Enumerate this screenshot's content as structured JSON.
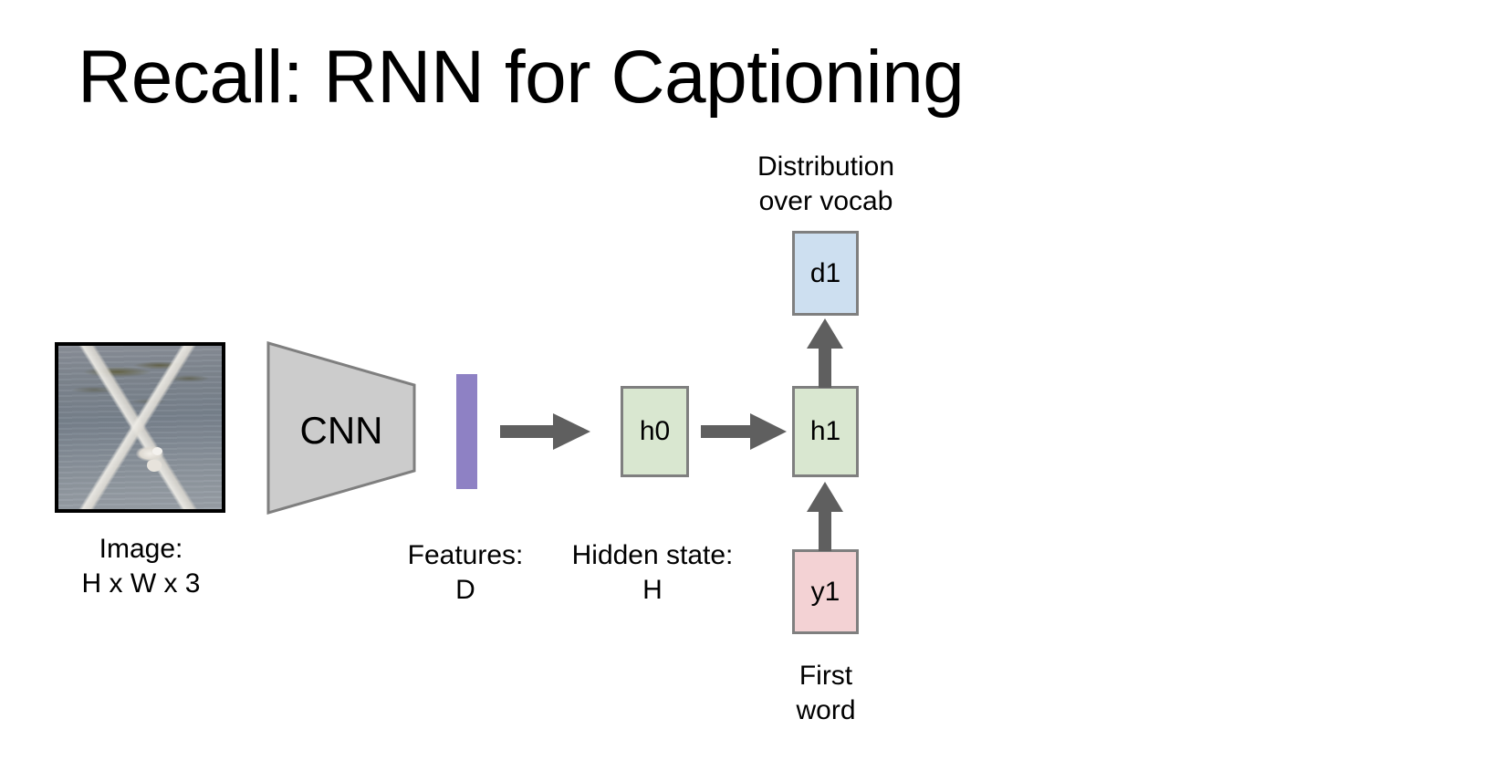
{
  "slide": {
    "title": "Recall: RNN for Captioning",
    "background_color": "#ffffff"
  },
  "labels": {
    "distribution": "Distribution\nover vocab",
    "image": "Image:\nH x W x 3",
    "features": "Features:\nD",
    "hidden_state": "Hidden state:\nH",
    "first_word": "First\nword"
  },
  "nodes": {
    "cnn": {
      "label": "CNN",
      "shape": "trapezoid",
      "color": "#cccccc",
      "border_color": "#7f7f7f"
    },
    "features_bar": {
      "label": "",
      "color": "#8e81c4"
    },
    "h0": {
      "label": "h0",
      "color": "#d9e7d0",
      "border_color": "#7f7f7f"
    },
    "h1": {
      "label": "h1",
      "color": "#d9e7d0",
      "border_color": "#7f7f7f"
    },
    "d1": {
      "label": "d1",
      "color": "#cddff0",
      "border_color": "#7f7f7f"
    },
    "y1": {
      "label": "y1",
      "color": "#f3d2d4",
      "border_color": "#7f7f7f"
    }
  },
  "image_thumbnail": {
    "alt": "photograph of a seagull flying low over water",
    "border_color": "#000000"
  },
  "arrows": {
    "color": "#5f5f5f",
    "list": [
      {
        "name": "features-to-h0",
        "from": "features_bar",
        "to": "h0",
        "direction": "right"
      },
      {
        "name": "h0-to-h1",
        "from": "h0",
        "to": "h1",
        "direction": "right"
      },
      {
        "name": "h1-to-d1",
        "from": "h1",
        "to": "d1",
        "direction": "up"
      },
      {
        "name": "y1-to-h1",
        "from": "y1",
        "to": "h1",
        "direction": "up"
      }
    ]
  }
}
